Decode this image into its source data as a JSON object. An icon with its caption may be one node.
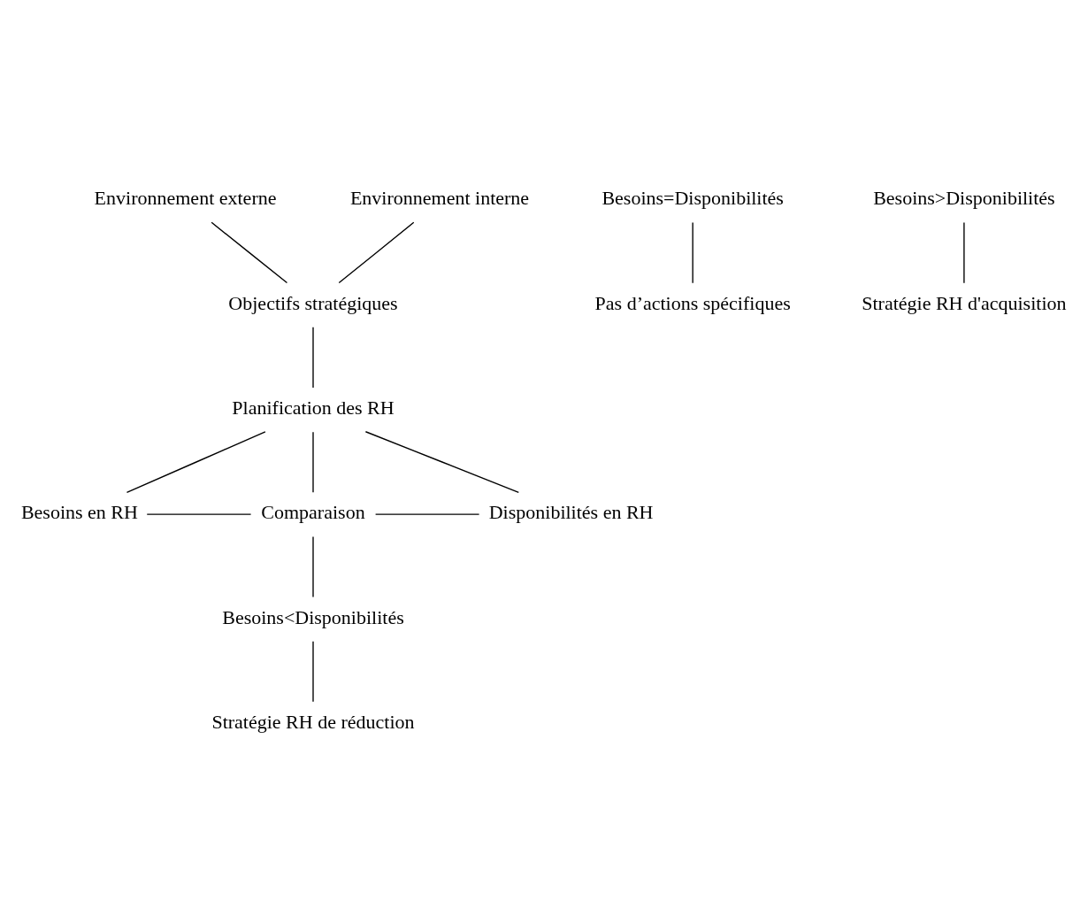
{
  "diagram": {
    "nodes": [
      {
        "text": [
          "Environnement externe"
        ]
      },
      {
        "text": [
          "Environnement interne"
        ]
      },
      {
        "text": [
          "Objectifs stratégiques"
        ]
      },
      {
        "text": [
          "Planification des RH"
        ]
      },
      {
        "text": [
          "Besoins en RH"
        ]
      },
      {
        "text": [
          "Comparaison"
        ]
      },
      {
        "text": [
          "Disponibilités en RH"
        ]
      },
      {
        "text": [
          "Besoins=Disponibilités"
        ]
      },
      {
        "text": [
          "Besoins<Disponibilités"
        ]
      },
      {
        "text": [
          "Besoins>Disponibilités"
        ]
      },
      {
        "text": [
          "Pas d’actions spécifiques"
        ]
      },
      {
        "text": [
          "Stratégie RH de réduction"
        ]
      },
      {
        "text": [
          "Stratégie RH d'acquisition"
        ]
      }
    ],
    "edges": [
      {
        "from": 0,
        "to": 2,
        "arrow": "none"
      },
      {
        "from": 1,
        "to": 2,
        "arrow": "none"
      },
      {
        "from": 2,
        "to": 3,
        "arrow": "none"
      },
      {
        "from": 3,
        "to": 4,
        "arrow": "none"
      },
      {
        "from": 3,
        "to": 5,
        "arrow": "none"
      },
      {
        "from": 3,
        "to": 6,
        "arrow": "none"
      },
      {
        "from": 4,
        "to": 5,
        "arrow": "none"
      },
      {
        "from": 5,
        "to": 6,
        "arrow": "none"
      },
      {
        "from": 5,
        "to": 8,
        "arrow": "none"
      },
      {
        "from": 7,
        "to": 10,
        "arrow": "none"
      },
      {
        "from": 8,
        "to": 11,
        "arrow": "none"
      },
      {
        "from": 9,
        "to": 12,
        "arrow": "none"
      }
    ]
  }
}
